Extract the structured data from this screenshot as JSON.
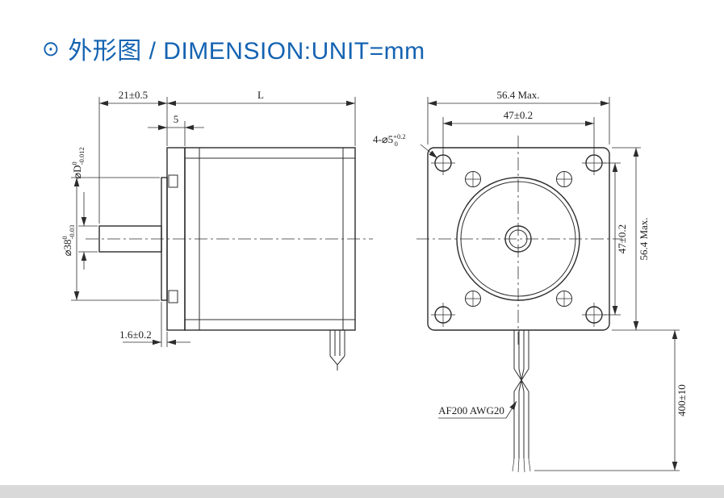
{
  "page": {
    "title_bullet": "⊙",
    "title": "外形图 / DIMENSION:UNIT=mm",
    "title_color": "#1563b2",
    "line_color": "#2c2c2c",
    "background": "#ffffff"
  },
  "side_view": {
    "dims": {
      "shaft_length": "21±0.5",
      "body_length": "L",
      "flange_thickness": "5",
      "boss_depth": "1.6±0.2",
      "shaft_diameter": {
        "main": "⌀D",
        "tol_upper": "0",
        "tol_lower": "-0.012"
      },
      "boss_diameter": {
        "main": "⌀38",
        "tol_upper": "0",
        "tol_lower": "-0.03"
      }
    }
  },
  "front_view": {
    "dims": {
      "width_max": "56.4 Max.",
      "hole_pitch_h": "47±0.2",
      "hole_note": {
        "main": "4-⌀5",
        "tol_upper": "+0.2",
        "tol_lower": "0"
      },
      "hole_pitch_v": "47±0.2",
      "height_max": "56.4 Max.",
      "lead_length": "400±10",
      "wire_label": "AF200 AWG20"
    }
  }
}
